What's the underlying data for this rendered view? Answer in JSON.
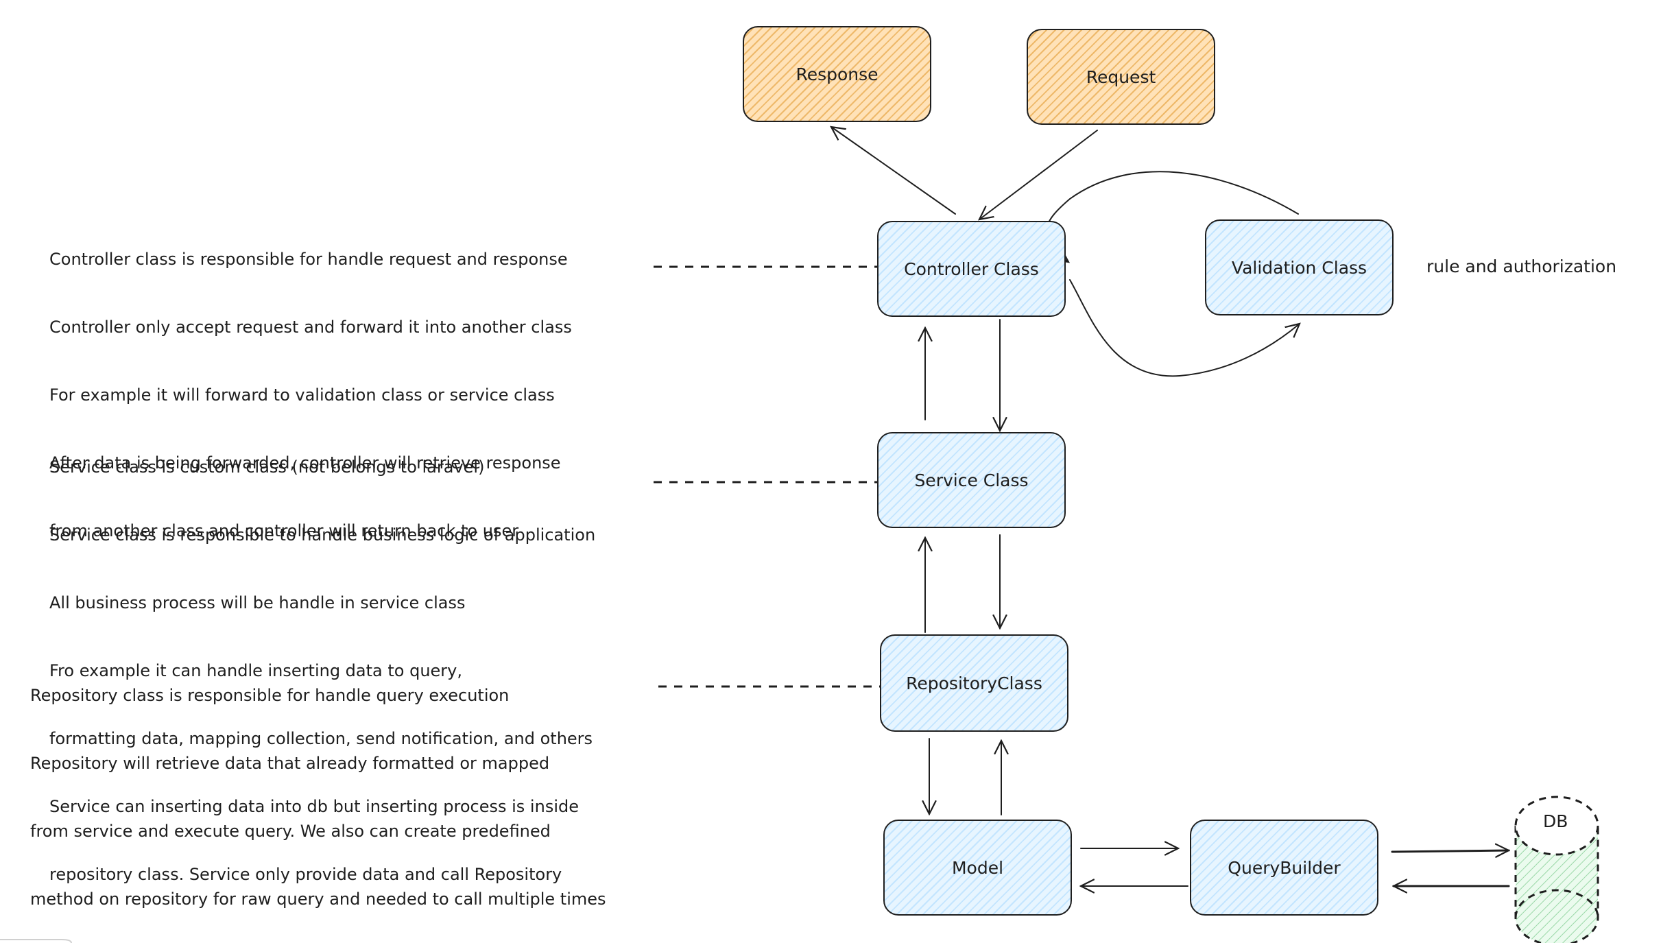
{
  "nodes": {
    "response": "Response",
    "request": "Request",
    "controller": "Controller Class",
    "validation": "Validation Class",
    "service": "Service Class",
    "repository": "RepositoryClass",
    "model": "Model",
    "querybuilder": "QueryBuilder",
    "db": "DB"
  },
  "labels": {
    "validation_note": "rule and authorization"
  },
  "notes": {
    "controller": [
      "Controller class is responsible for handle request and response",
      "Controller only accept request and forward it into another class",
      "For example it will forward to validation class or service class",
      "After data is being forwarded, controller will retrieve response",
      "from another class and controller will return back to user"
    ],
    "service": [
      "Service class is custom class (not belongs to laravel)",
      "Service class is responsible to handle business logic of application",
      "All business process will be handle in service class",
      "Fro example it can handle inserting data to query,",
      "formatting data, mapping collection, send notification, and others",
      "Service can inserting data into db but inserting process is inside",
      "repository class. Service only provide data and call Repository"
    ],
    "repository": [
      "Repository class is responsible for handle query execution",
      "Repository will retrieve data that already formatted or mapped",
      "from service and execute query. We also can create predefined",
      "method on repository for raw query and needed to call multiple times"
    ]
  },
  "colors": {
    "stroke": "#1e1e1e",
    "box_blue_fill": "#e7f5ff",
    "box_orange_fill": "#ffe2b8",
    "db_fill": "#ebfbee"
  }
}
